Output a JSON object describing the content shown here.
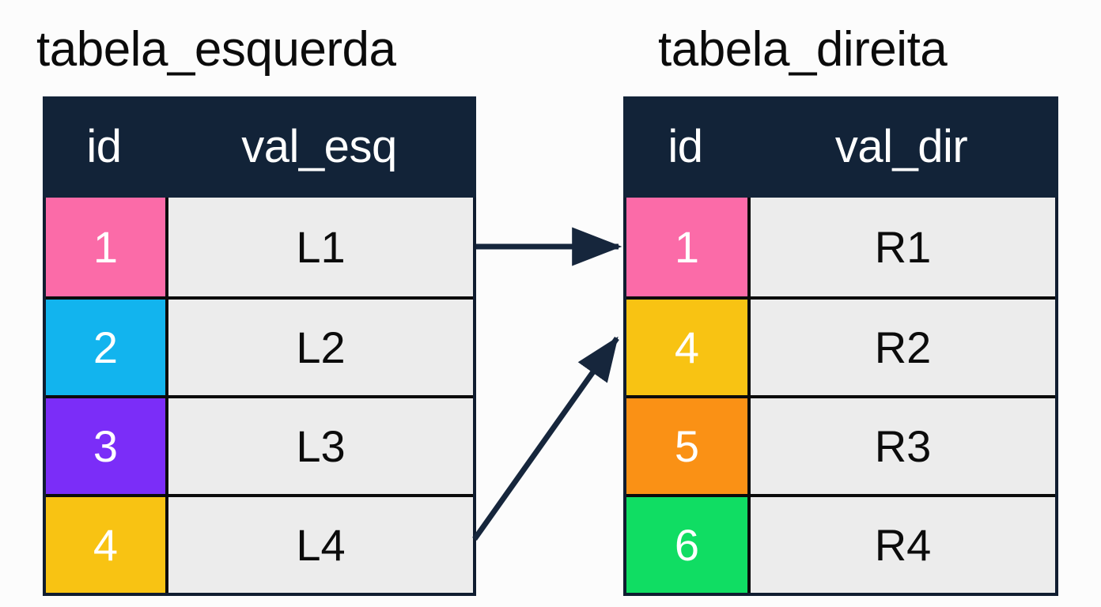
{
  "diagram": {
    "kind": "sql-join-tables",
    "background_color": "#FCFCFC",
    "line_color": "#16263C"
  },
  "left_table": {
    "title": "tabela_esquerda",
    "headers": {
      "id": "id",
      "value": "val_esq"
    },
    "rows": [
      {
        "id": "1",
        "value": "L1",
        "id_color": "#FB6BA8"
      },
      {
        "id": "2",
        "value": "L2",
        "id_color": "#12B4EE"
      },
      {
        "id": "3",
        "value": "L3",
        "id_color": "#7B2DF8"
      },
      {
        "id": "4",
        "value": "L4",
        "id_color": "#F8C313"
      }
    ]
  },
  "right_table": {
    "title": "tabela_direita",
    "headers": {
      "id": "id",
      "value": "val_dir"
    },
    "rows": [
      {
        "id": "1",
        "value": "R1",
        "id_color": "#FB6BA8"
      },
      {
        "id": "4",
        "value": "R2",
        "id_color": "#F8C313"
      },
      {
        "id": "5",
        "value": "R3",
        "id_color": "#FA9115"
      },
      {
        "id": "6",
        "value": "R4",
        "id_color": "#10DD63"
      }
    ]
  },
  "connections": [
    {
      "from": "left row 1 (id 1)",
      "to": "right row 1 (id 1)"
    },
    {
      "from": "left row 4 (id 4)",
      "to": "right row 2 (id 4)"
    }
  ],
  "colors": {
    "header_bg": "#122338",
    "header_text": "#FFFFFF",
    "value_cell_bg": "#ECECEC",
    "border": "#0B0B0B",
    "title_text": "#0B0B0B"
  }
}
